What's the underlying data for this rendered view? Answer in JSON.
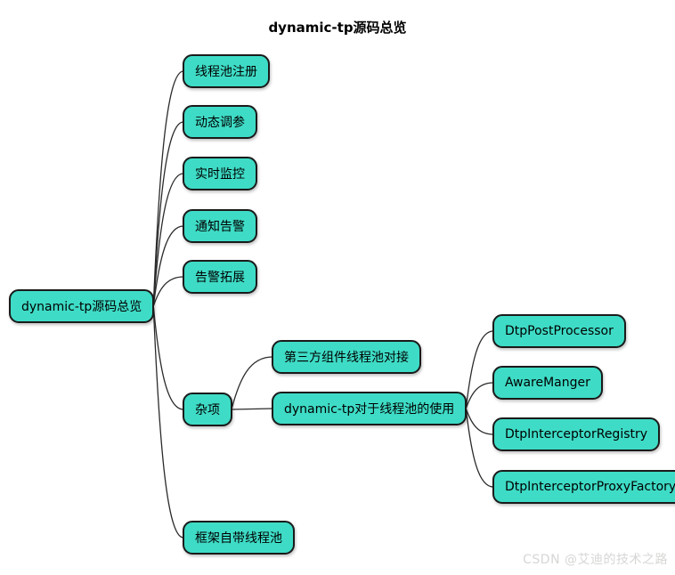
{
  "title": "dynamic-tp源码总览",
  "watermark": "CSDN @艾迪的技术之路",
  "colors": {
    "node_fill": "#3EDCC6",
    "node_border": "#1A1A1A",
    "connector": "#2B2B2B",
    "background": "#FFFFFF",
    "watermark_text": "#D6D6D4"
  },
  "mindmap": {
    "root": {
      "label": "dynamic-tp源码总览"
    },
    "branches": [
      {
        "label": "线程池注册"
      },
      {
        "label": "动态调参"
      },
      {
        "label": "实时监控"
      },
      {
        "label": "通知告警"
      },
      {
        "label": "告警拓展"
      },
      {
        "label": "杂项",
        "children": [
          {
            "label": "第三方组件线程池对接"
          },
          {
            "label": "dynamic-tp对于线程池的使用",
            "children": [
              {
                "label": "DtpPostProcessor"
              },
              {
                "label": "AwareManger"
              },
              {
                "label": "DtpInterceptorRegistry"
              },
              {
                "label": "DtpInterceptorProxyFactory"
              }
            ]
          }
        ]
      },
      {
        "label": "框架自带线程池"
      }
    ]
  }
}
